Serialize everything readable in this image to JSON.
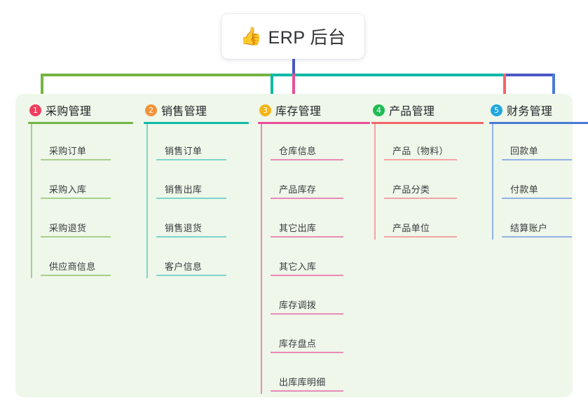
{
  "root": {
    "icon": "thumbs-up-icon",
    "emoji": "👍",
    "title": "ERP 后台"
  },
  "theme": {
    "panel_bg": "#eef7ea",
    "page_bg": "#ffffff",
    "trunk": "#4a57c4",
    "bus_left": "#74b544",
    "bus_mid": "#0fb9a6",
    "bus_right": "#4a57c4"
  },
  "branches": [
    {
      "number": "1",
      "title": "采购管理",
      "badge_color": "#f03e5e",
      "line_color": "#74b544",
      "item_color": "#a9cf8c",
      "items": [
        {
          "label": "采购订单"
        },
        {
          "label": "采购入库"
        },
        {
          "label": "采购退货"
        },
        {
          "label": "供应商信息"
        }
      ]
    },
    {
      "number": "2",
      "title": "销售管理",
      "badge_color": "#f4933a",
      "line_color": "#0fb9a6",
      "item_color": "#7fd4c9",
      "items": [
        {
          "label": "销售订单"
        },
        {
          "label": "销售出库"
        },
        {
          "label": "销售退货"
        },
        {
          "label": "客户信息"
        }
      ]
    },
    {
      "number": "3",
      "title": "库存管理",
      "badge_color": "#f5b617",
      "line_color": "#ea4d9b",
      "item_color": "#e98ab9",
      "items": [
        {
          "label": "仓库信息"
        },
        {
          "label": "产品库存"
        },
        {
          "label": "其它出库"
        },
        {
          "label": "其它入库"
        },
        {
          "label": "库存调拨"
        },
        {
          "label": "库存盘点"
        },
        {
          "label": "出库库明细"
        }
      ]
    },
    {
      "number": "4",
      "title": "产品管理",
      "badge_color": "#22bb55",
      "line_color": "#f4656a",
      "item_color": "#f3a3a4",
      "items": [
        {
          "label": "产品（物料）"
        },
        {
          "label": "产品分类"
        },
        {
          "label": "产品单位"
        }
      ]
    },
    {
      "number": "5",
      "title": "财务管理",
      "badge_color": "#21a7e0",
      "line_color": "#4a7ad4",
      "item_color": "#93b2e5",
      "items": [
        {
          "label": "回款单"
        },
        {
          "label": "付款单"
        },
        {
          "label": "结算账户"
        }
      ]
    }
  ]
}
